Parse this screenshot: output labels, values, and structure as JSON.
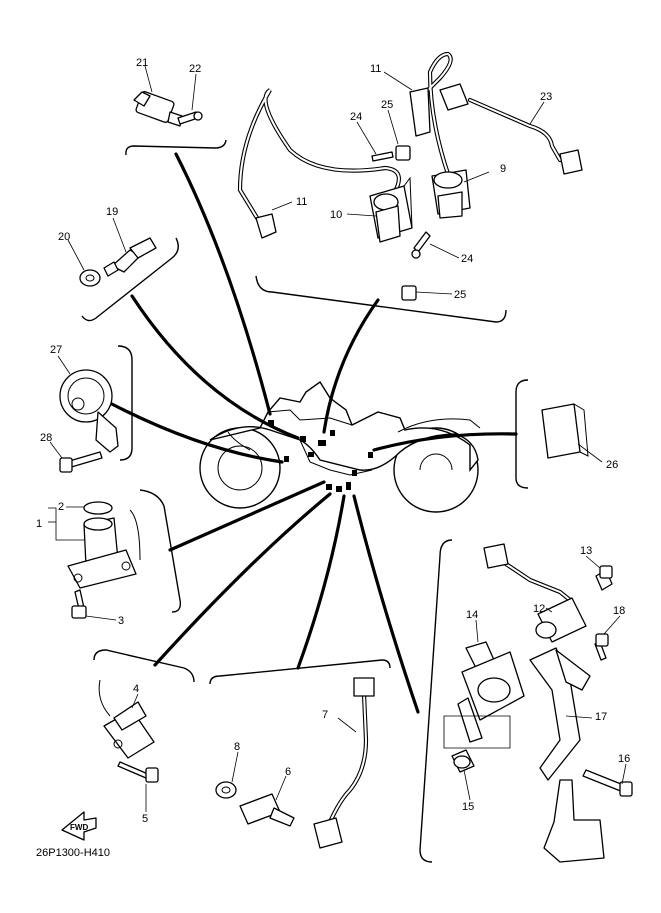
{
  "diagram_code": "26P1300-H410",
  "fwd_label": "FWD",
  "labels": {
    "p1": "1",
    "p2": "2",
    "p3": "3",
    "p4": "4",
    "p5": "5",
    "p6": "6",
    "p7": "7",
    "p8": "8",
    "p9": "9",
    "p10": "10",
    "p11a": "11",
    "p11b": "11",
    "p12": "12",
    "p13": "13",
    "p14": "14",
    "p15": "15",
    "p16": "16",
    "p17": "17",
    "p18": "18",
    "p19": "19",
    "p20": "20",
    "p21": "21",
    "p22": "22",
    "p23": "23",
    "p24a": "24",
    "p24b": "24",
    "p25a": "25",
    "p25b": "25",
    "p26": "26",
    "p27": "27",
    "p28": "28"
  }
}
